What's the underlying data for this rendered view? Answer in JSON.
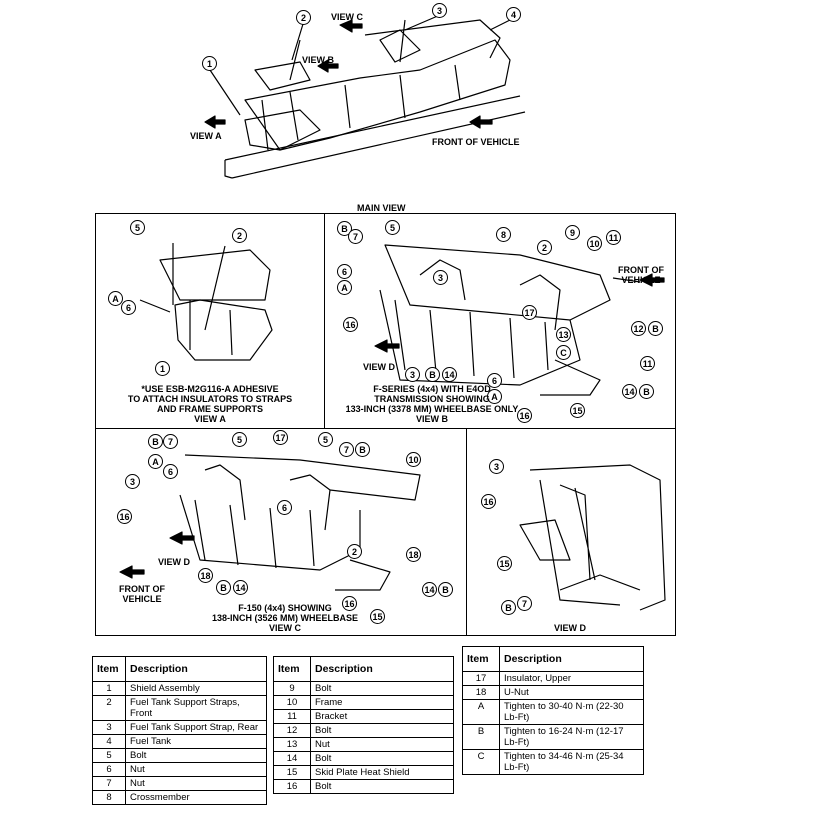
{
  "views": {
    "main_view": "MAIN VIEW",
    "view_a_label": "VIEW A",
    "view_b_label": "VIEW B",
    "view_c_label": "VIEW C",
    "view_d_label": "VIEW D",
    "front_of_vehicle_main": "FRONT OF VEHICLE",
    "front_of_vehicle_b": "FRONT OF\nVEHICLE",
    "front_of_vehicle_c": "FRONT OF\nVEHICLE",
    "caption_a": "*USE ESB-M2G116-A ADHESIVE\nTO ATTACH INSULATORS TO STRAPS\nAND FRAME SUPPORTS\nVIEW A",
    "caption_b": "F-SERIES (4x4) WITH E4OD\nTRANSMISSION SHOWING\n133-INCH (3378 MM) WHEELBASE ONLY\nVIEW B",
    "caption_c": "F-150 (4x4) SHOWING\n138-INCH (3526 MM) WHEELBASE\nVIEW C",
    "caption_d": "VIEW D"
  },
  "callouts": {
    "main": [
      "1",
      "2",
      "3",
      "4"
    ],
    "view_a": [
      "5",
      "2",
      "A",
      "6",
      "1"
    ],
    "view_b": [
      "B",
      "7",
      "5",
      "6",
      "A",
      "3",
      "16",
      "8",
      "2",
      "9",
      "10",
      "11",
      "17",
      "13",
      "C",
      "12",
      "B",
      "11",
      "3",
      "B",
      "14",
      "6",
      "A",
      "16",
      "15",
      "14",
      "B"
    ],
    "view_c": [
      "B",
      "7",
      "5",
      "17",
      "5",
      "7",
      "B",
      "10",
      "A",
      "6",
      "3",
      "6",
      "16",
      "2",
      "18",
      "18",
      "B",
      "14",
      "16",
      "14",
      "B",
      "15"
    ],
    "view_d": [
      "3",
      "16",
      "15",
      "B",
      "7"
    ]
  },
  "legend": {
    "headers": {
      "item": "Item",
      "description": "Description"
    },
    "table1": [
      {
        "item": "1",
        "desc": "Shield Assembly"
      },
      {
        "item": "2",
        "desc": "Fuel Tank Support Straps, Front"
      },
      {
        "item": "3",
        "desc": "Fuel Tank Support Strap, Rear"
      },
      {
        "item": "4",
        "desc": "Fuel Tank"
      },
      {
        "item": "5",
        "desc": "Bolt"
      },
      {
        "item": "6",
        "desc": "Nut"
      },
      {
        "item": "7",
        "desc": "Nut"
      },
      {
        "item": "8",
        "desc": "Crossmember"
      }
    ],
    "table2": [
      {
        "item": "9",
        "desc": "Bolt"
      },
      {
        "item": "10",
        "desc": "Frame"
      },
      {
        "item": "11",
        "desc": "Bracket"
      },
      {
        "item": "12",
        "desc": "Bolt"
      },
      {
        "item": "13",
        "desc": "Nut"
      },
      {
        "item": "14",
        "desc": "Bolt"
      },
      {
        "item": "15",
        "desc": "Skid Plate Heat Shield"
      },
      {
        "item": "16",
        "desc": "Bolt"
      }
    ],
    "table3": [
      {
        "item": "17",
        "desc": "Insulator, Upper"
      },
      {
        "item": "18",
        "desc": "U-Nut"
      },
      {
        "item": "A",
        "desc": "Tighten to 30-40 N·m (22-30 Lb-Ft)"
      },
      {
        "item": "B",
        "desc": "Tighten to 16-24 N·m (12-17 Lb-Ft)"
      },
      {
        "item": "C",
        "desc": "Tighten to 34-46 N·m (25-34 Lb-Ft)"
      }
    ]
  }
}
